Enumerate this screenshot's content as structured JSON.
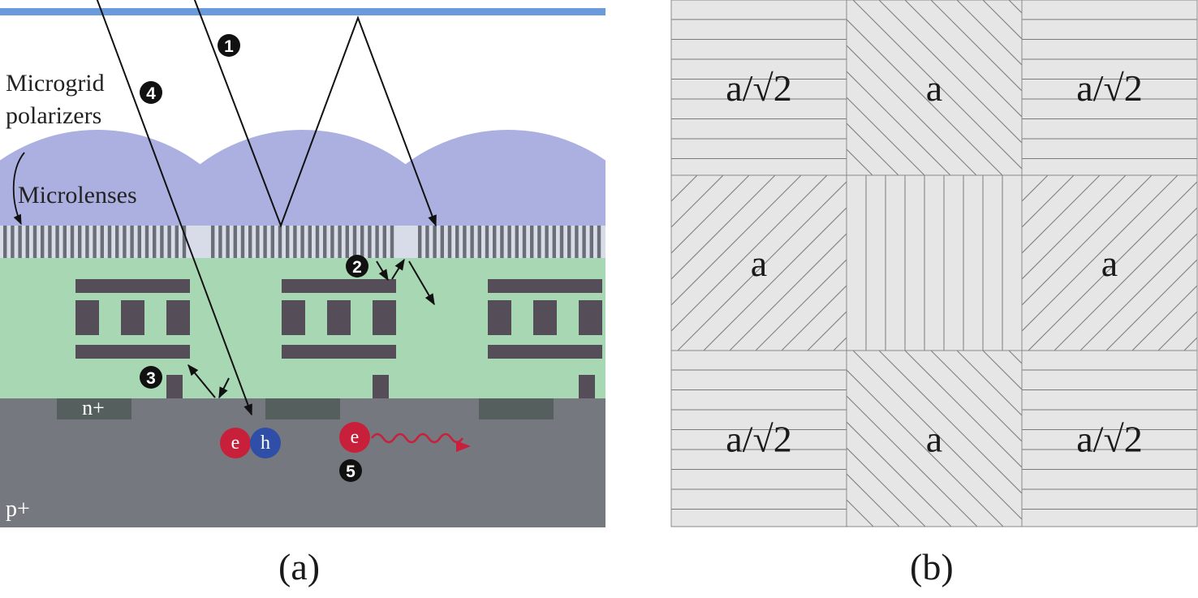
{
  "panel_a": {
    "caption": "(a)",
    "labels": {
      "microgrid": [
        "Microgrid",
        "polarizers"
      ],
      "microlenses": "Microlenses",
      "n_plus": "n+",
      "p_plus": "p+",
      "electron": "e",
      "hole": "h"
    },
    "markers": [
      "1",
      "2",
      "3",
      "4",
      "5"
    ],
    "colors": {
      "top_line": "#6a9bdc",
      "microlens": "#abb0e0",
      "grid_dark": "#6a6e76",
      "grid_light": "#d8dbe8",
      "dielectric": "#a8d7b3",
      "metal": "#554d57",
      "substrate": "#75787e",
      "n_region": "#545f5e",
      "electron": "#c8203a",
      "hole": "#2e4ea8",
      "drift": "#c8203a"
    }
  },
  "panel_b": {
    "caption": "(b)",
    "cells": [
      {
        "label": "a/√2"
      },
      {
        "label": "a"
      },
      {
        "label": "a/√2"
      },
      {
        "label": "a"
      },
      {
        "label": ""
      },
      {
        "label": "a"
      },
      {
        "label": "a/√2"
      },
      {
        "label": "a"
      },
      {
        "label": "a/√2"
      }
    ],
    "colors": {
      "cell_fill": "#e6e6e6",
      "line": "#7a7a7a"
    }
  }
}
